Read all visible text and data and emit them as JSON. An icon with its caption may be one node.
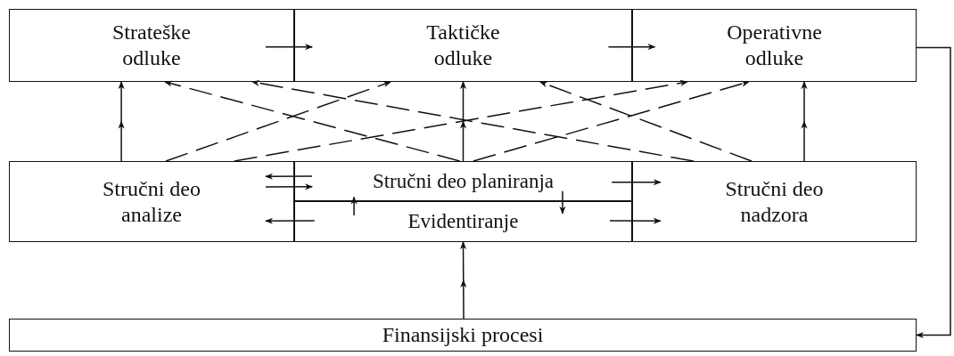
{
  "diagram": {
    "nodes": [
      {
        "text": [
          "Strateške odluke"
        ]
      },
      {
        "text": [
          "Taktičke odluke"
        ]
      },
      {
        "text": [
          "Operativne odluke"
        ]
      },
      {
        "text": [
          "Stručni deo analize"
        ]
      },
      {
        "text": [
          "Stručni deo planiranja"
        ]
      },
      {
        "text": [
          "Evidentiranje"
        ]
      },
      {
        "text": [
          "Stručni deo nadzora"
        ]
      },
      {
        "text": [
          "Finansijski procesi"
        ]
      }
    ],
    "edges": [
      {
        "from": 0,
        "to": 1,
        "arrow": "to"
      },
      {
        "from": 1,
        "to": 2,
        "arrow": "to"
      },
      {
        "from": 3,
        "to": 0,
        "arrow": "to"
      },
      {
        "from": 4,
        "to": 1,
        "arrow": "to"
      },
      {
        "from": 6,
        "to": 2,
        "arrow": "to"
      },
      {
        "from": 7,
        "to": 5,
        "arrow": "to"
      },
      {
        "from": 3,
        "to": 1,
        "arrow": "to",
        "style": "dashed"
      },
      {
        "from": 3,
        "to": 2,
        "arrow": "to",
        "style": "dashed"
      },
      {
        "from": 4,
        "to": 0,
        "arrow": "to",
        "style": "dashed"
      },
      {
        "from": 4,
        "to": 2,
        "arrow": "to",
        "style": "dashed"
      },
      {
        "from": 6,
        "to": 0,
        "arrow": "to",
        "style": "dashed"
      },
      {
        "from": 6,
        "to": 1,
        "arrow": "to",
        "style": "dashed"
      },
      {
        "from": 4,
        "to": 3,
        "arrow": "to"
      },
      {
        "from": 3,
        "to": 4,
        "arrow": "to"
      },
      {
        "from": 5,
        "to": 3,
        "arrow": "to"
      },
      {
        "from": 4,
        "to": 6,
        "arrow": "to"
      },
      {
        "from": 5,
        "to": 6,
        "arrow": "to"
      },
      {
        "from": 4,
        "to": 5,
        "arrow": "to"
      },
      {
        "from": 5,
        "to": 4,
        "arrow": "to"
      },
      {
        "from": 2,
        "to": 7,
        "arrow": "to"
      }
    ]
  }
}
